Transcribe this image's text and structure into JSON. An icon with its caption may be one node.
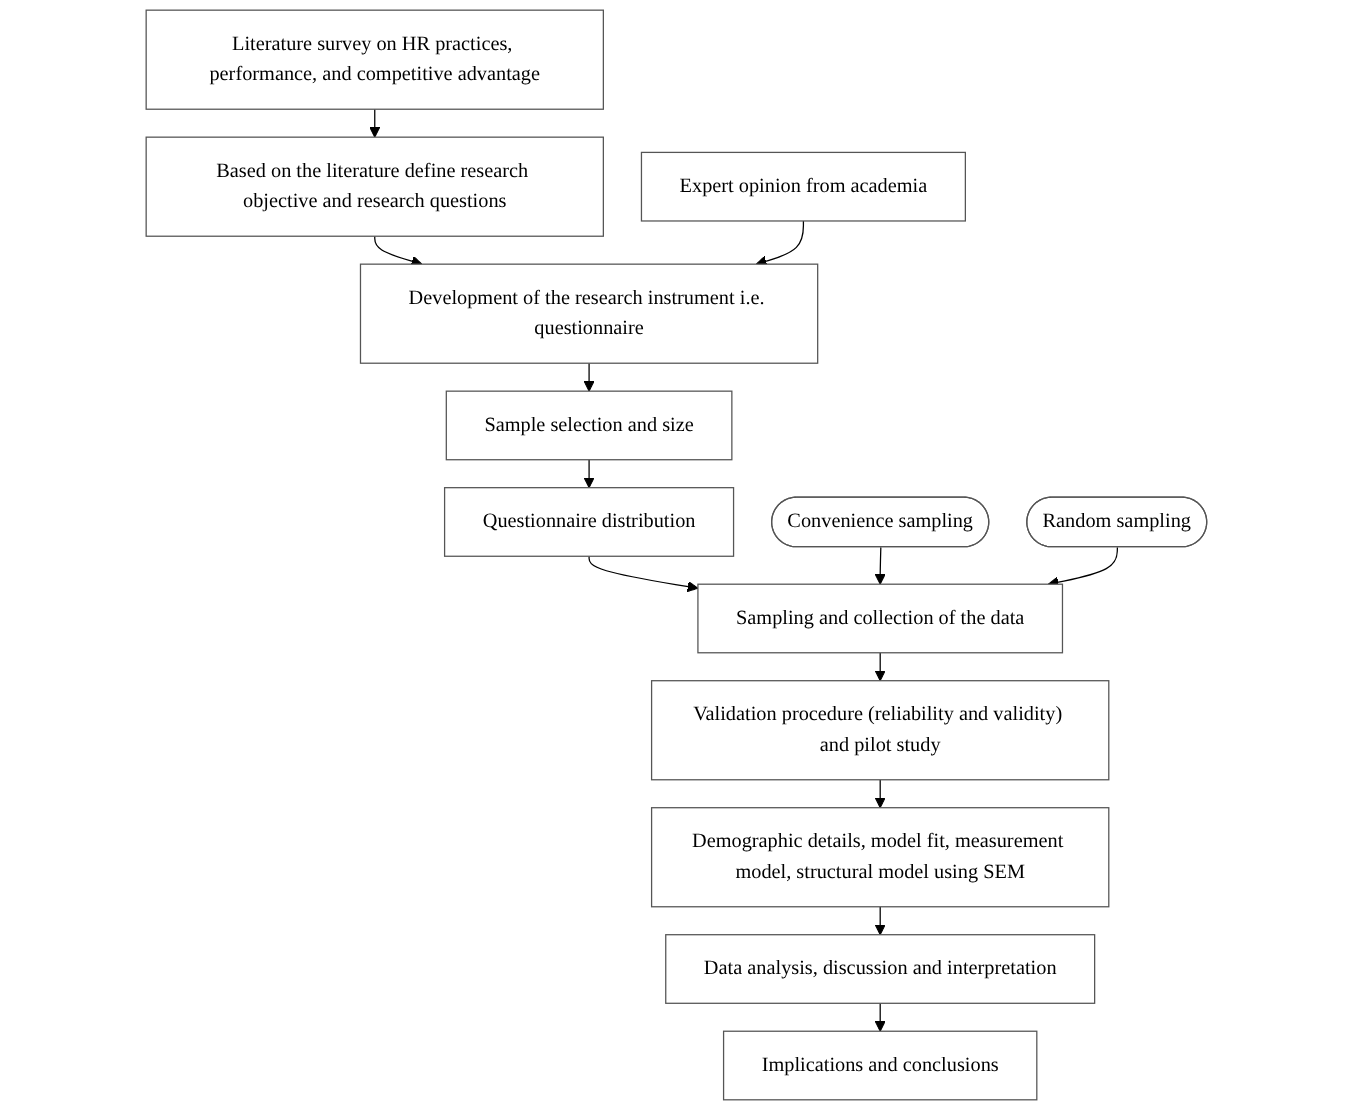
{
  "diagram": {
    "nodes": [
      {
        "text": [
          "Literature survey on HR practices, performance, and competitive advantage"
        ]
      },
      {
        "text": [
          "Based on the literature define research objective and research questions"
        ]
      },
      {
        "text": [
          "Expert opinion from academia"
        ]
      },
      {
        "text": [
          "Development of the research instrument i.e. questionnaire"
        ]
      },
      {
        "text": [
          "Sample selection and size"
        ]
      },
      {
        "text": [
          "Questionnaire distribution"
        ]
      },
      {
        "text": [
          "Convenience sampling"
        ]
      },
      {
        "text": [
          "Sampling and collection of the data"
        ]
      },
      {
        "text": [
          "Random sampling"
        ]
      },
      {
        "text": [
          "Validation procedure (reliability and validity) and pilot study"
        ]
      },
      {
        "text": [
          "Demographic details, model fit, measurement model, structural model using SEM"
        ]
      },
      {
        "text": [
          "Data analysis, discussion and interpretation"
        ]
      },
      {
        "text": [
          "Implications and conclusions"
        ]
      }
    ],
    "edges": [
      {
        "from": 0,
        "to": 1,
        "arrow": "to"
      },
      {
        "from": 1,
        "to": 3,
        "arrow": "to"
      },
      {
        "from": 2,
        "to": 3,
        "arrow": "to"
      },
      {
        "from": 3,
        "to": 4,
        "arrow": "to"
      },
      {
        "from": 4,
        "to": 5,
        "arrow": "to"
      },
      {
        "from": 5,
        "to": 7,
        "arrow": "to"
      },
      {
        "from": 6,
        "to": 7,
        "arrow": "to"
      },
      {
        "from": 8,
        "to": 7,
        "arrow": "to"
      },
      {
        "from": 7,
        "to": 9,
        "arrow": "to"
      },
      {
        "from": 9,
        "to": 10,
        "arrow": "to"
      },
      {
        "from": 10,
        "to": 11,
        "arrow": "to"
      },
      {
        "from": 11,
        "to": 12,
        "arrow": "to"
      }
    ]
  }
}
